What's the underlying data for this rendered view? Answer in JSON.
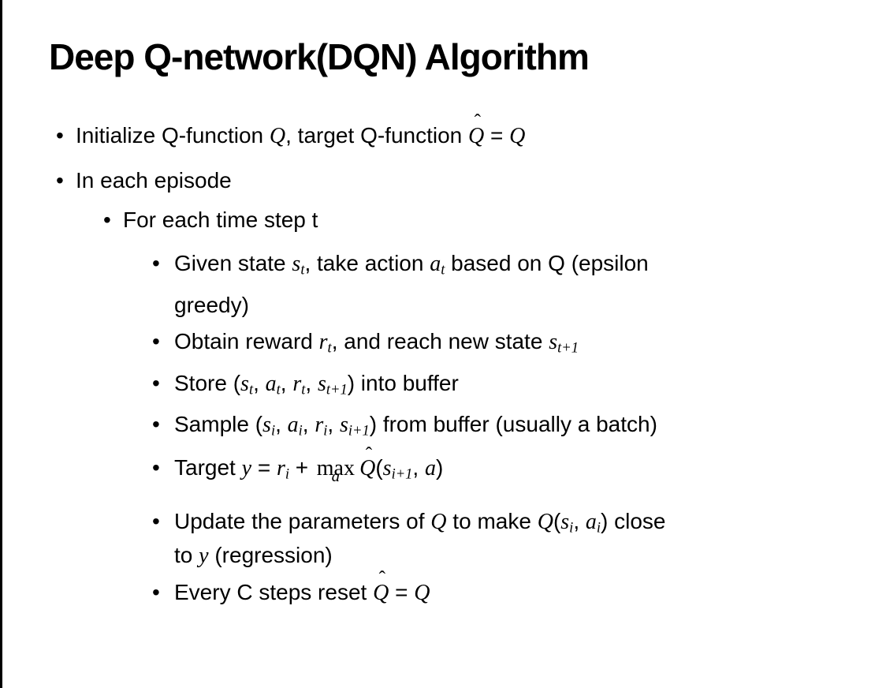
{
  "slide": {
    "title": "Deep Q-network(DQN) Algorithm",
    "bullet_char": "•",
    "hat_char": "ˆ",
    "colors": {
      "background": "#ffffff",
      "text": "#000000",
      "left_border": "#000000"
    },
    "content": {
      "l1": {
        "t1": "Initialize Q-function ",
        "m1": "Q",
        "t2": ", target Q-function ",
        "qhat_base": "Q",
        "t3": " = ",
        "m2": "Q"
      },
      "l2": {
        "t1": "In each episode"
      },
      "l3": {
        "t1": "For each time step t"
      },
      "l4a": {
        "t1": "Given state ",
        "m1": "s",
        "s1": "t",
        "t2": ", take action ",
        "m2": "a",
        "s2": "t",
        "t3": " based on Q (epsilon"
      },
      "l4b": {
        "t1": "greedy)"
      },
      "l5": {
        "t1": "Obtain reward ",
        "m1": "r",
        "s1": "t",
        "t2": ", and reach new state ",
        "m2": "s",
        "s2": "t+1"
      },
      "l6": {
        "t1": "Store (",
        "m1": "s",
        "s1": "t",
        "c1": ", ",
        "m2": "a",
        "s2": "t",
        "c2": ", ",
        "m3": "r",
        "s3": "t",
        "c3": ", ",
        "m4": "s",
        "s4": "t+1",
        "t2": ") into buffer"
      },
      "l7": {
        "t1": "Sample (",
        "m1": "s",
        "s1": "i",
        "c1": ", ",
        "m2": "a",
        "s2": "i",
        "c2": ", ",
        "m3": "r",
        "s3": "i",
        "c3": ", ",
        "m4": "s",
        "s4": "i+1",
        "t2": ") from buffer (usually a batch)"
      },
      "l8": {
        "t1": "Target ",
        "m1": "y",
        "t2": " = ",
        "m2": "r",
        "s2": "i",
        "t3": " + ",
        "op": "max",
        "under": "a",
        "qhat_base": "Q",
        "t4": "(",
        "m3": "s",
        "s3": "i+1",
        "c1": ", ",
        "m4": "a",
        "t5": ")"
      },
      "l9a": {
        "t1": "Update the parameters of ",
        "m1": "Q",
        "t2": " to make ",
        "m2": "Q",
        "t3": "(",
        "m3": "s",
        "s3": "i",
        "c1": ", ",
        "m4": "a",
        "s4": "i",
        "t4": ") close"
      },
      "l9b": {
        "t1": "to ",
        "m1": "y",
        "t2": " (regression)"
      },
      "l10": {
        "t1": "Every C steps reset ",
        "qhat_base": "Q",
        "t2": " = ",
        "m1": "Q"
      }
    }
  }
}
